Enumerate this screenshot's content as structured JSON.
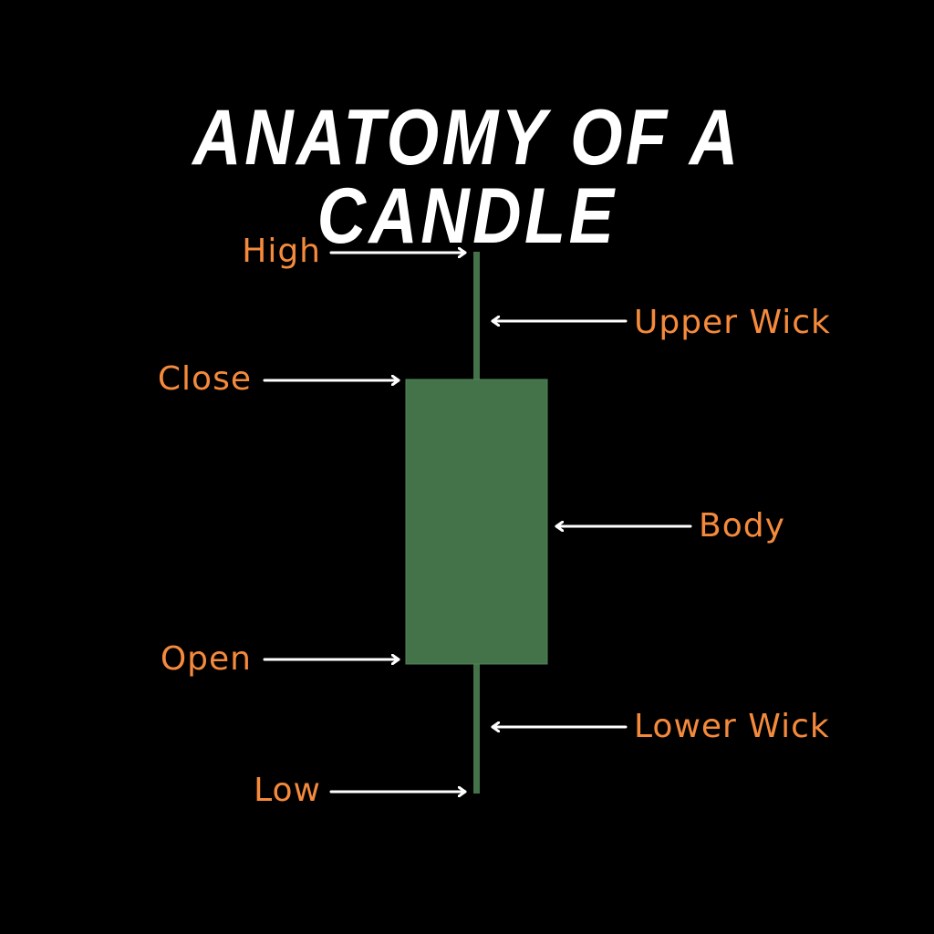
{
  "title": "ANATOMY OF A CANDLE",
  "labels": {
    "high": "High",
    "close": "Close",
    "open": "Open",
    "low": "Low",
    "upper_wick": "Upper Wick",
    "body": "Body",
    "lower_wick": "Lower Wick"
  },
  "colors": {
    "label": "#f58a3c",
    "candle": "#44734a",
    "arrow": "#ffffff",
    "background": "#000000"
  }
}
